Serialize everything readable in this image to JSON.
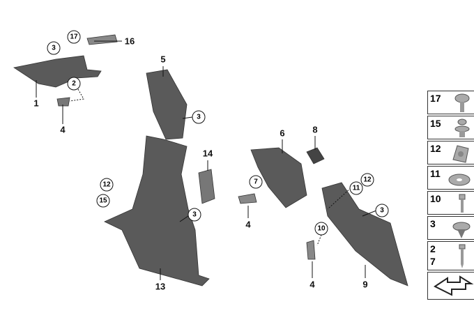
{
  "callouts_circled": [
    "17",
    "3",
    "2",
    "3",
    "12",
    "15",
    "3",
    "7",
    "11",
    "12",
    "3",
    "10"
  ],
  "callouts_plain": [
    "16",
    "1",
    "4",
    "5",
    "6",
    "8",
    "14",
    "4",
    "13",
    "4",
    "9"
  ],
  "legend": [
    {
      "numbers": [
        "17"
      ],
      "icon": "torx-screw-icon"
    },
    {
      "numbers": [
        "15"
      ],
      "icon": "expanding-rivet-icon"
    },
    {
      "numbers": [
        "12"
      ],
      "icon": "clip-nut-icon"
    },
    {
      "numbers": [
        "11"
      ],
      "icon": "washer-icon"
    },
    {
      "numbers": [
        "10"
      ],
      "icon": "bolt-icon"
    },
    {
      "numbers": [
        "3"
      ],
      "icon": "push-clip-icon"
    },
    {
      "numbers": [
        "2",
        "7"
      ],
      "icon": "tapping-screw-icon"
    },
    {
      "numbers": [],
      "icon": "direction-arrow-icon"
    }
  ],
  "colors": {
    "part": "#5a5a5a",
    "part_dark": "#3c3c3c",
    "part_light": "#8a8a8a"
  }
}
